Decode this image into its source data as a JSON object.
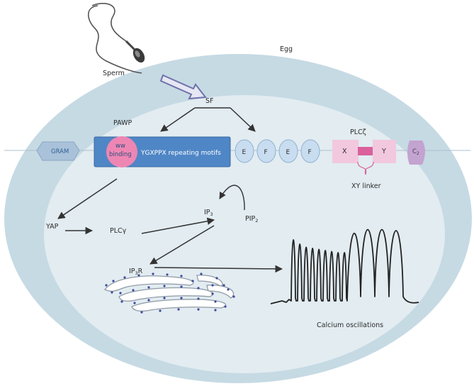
{
  "colors": {
    "outer_cell": "#c6dae4",
    "inner_cell": "#e2ecf1",
    "pawp_bar": "#4f86c6",
    "ww_circle": "#ee86b4",
    "ef_bubble": "#c9ddf0",
    "plc_box": "#f2c8de",
    "plc_linker": "#d9619c",
    "gram": "#a9c2da",
    "c2": "#c3a3cf",
    "arrow": "#333333",
    "sf_arrow_fill": "#e6e6f4",
    "sf_arrow_stroke": "#6e73a8"
  },
  "labels": {
    "sperm": "Sperm",
    "egg": "Egg",
    "sf": "SF",
    "pawp": "PAWP",
    "ww_line1": "ww",
    "ww_line2": "binding",
    "motifs": "YGXPPX repeating motifs",
    "gram": "GRAM",
    "plcz": "PLCζ",
    "x": "X",
    "y": "Y",
    "c2_base": "C",
    "c2_sub": "2",
    "xy_linker": "XY linker",
    "yap": "YAP",
    "plcg": "PLCγ",
    "ip3_base": "IP",
    "ip3_sub": "3",
    "pip2_base": "PIP",
    "pip2_sub": "2",
    "ip3r_base": "IP",
    "ip3r_sub": "3",
    "ip3r_tail": "R",
    "calcium": "Calcium oscillations"
  },
  "ef_hands": [
    "E",
    "F",
    "E",
    "F"
  ],
  "icons": [
    "sperm-icon",
    "endoplasmic-reticulum-icon",
    "calcium-oscillation-trace-icon"
  ]
}
